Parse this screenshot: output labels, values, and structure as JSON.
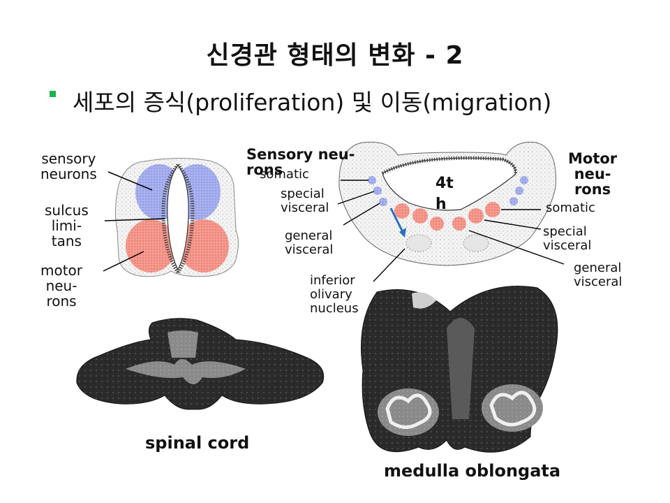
{
  "slide": {
    "title": "신경관 형태의 변화 - 2",
    "bullet": "세포의 증식(proliferation) 및 이동(migration)",
    "bullet_color": "#22b14c"
  },
  "left_diagram": {
    "labels": {
      "sensory": [
        "sensory",
        "neurons"
      ],
      "sulcus": [
        "sulcus",
        "limi-",
        "tans"
      ],
      "motor": [
        "motor",
        "neu-",
        "rons"
      ]
    },
    "colors": {
      "sensory": "#8f9be8",
      "motor": "#f07a6e"
    }
  },
  "right_diagram": {
    "heading_left": [
      "Sensory neu-",
      "rons"
    ],
    "heading_right": [
      "Motor",
      "neu-",
      "rons"
    ],
    "ventricle": [
      "4t",
      "h"
    ],
    "left_labels": {
      "somatic": "somatic",
      "special": [
        "special",
        "visceral"
      ],
      "general": [
        "general",
        "visceral"
      ]
    },
    "right_labels": {
      "somatic": "somatic",
      "special": [
        "special",
        "visceral"
      ],
      "general": [
        "general",
        "visceral"
      ]
    },
    "olivary": [
      "inferior",
      "olivary",
      "nucleus"
    ],
    "arrow_color": "#2a6fc0"
  },
  "photos": {
    "spinal_caption": "spinal cord",
    "medulla_caption": "medulla oblongata"
  }
}
